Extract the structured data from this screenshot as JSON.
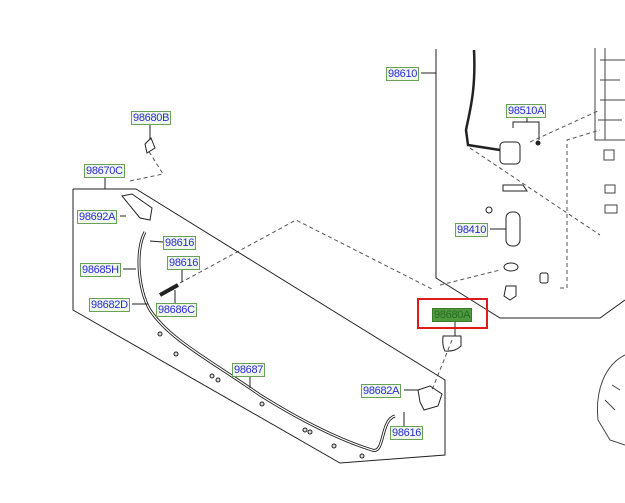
{
  "diagram": {
    "title": "Windshield washer parts diagram",
    "selected_part": "98680A",
    "highlight_color": "#e01b1b",
    "labels": [
      {
        "id": "98610"
      },
      {
        "id": "98510A"
      },
      {
        "id": "98410"
      },
      {
        "id": "98680A"
      },
      {
        "id": "98680B"
      },
      {
        "id": "98670C"
      },
      {
        "id": "98692A"
      },
      {
        "id": "98616"
      },
      {
        "id": "98616"
      },
      {
        "id": "98685H"
      },
      {
        "id": "98682D"
      },
      {
        "id": "98686C"
      },
      {
        "id": "98687"
      },
      {
        "id": "98682A"
      },
      {
        "id": "98616"
      }
    ]
  }
}
